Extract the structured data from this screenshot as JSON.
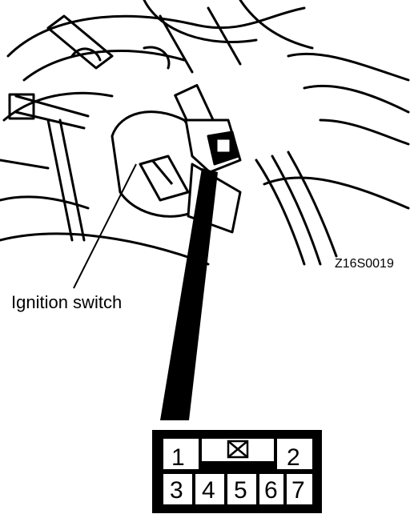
{
  "figure_code": "Z16S0019",
  "callout_label": "Ignition switch",
  "connector": {
    "top_row": [
      "1",
      "",
      "2"
    ],
    "bottom_row": [
      "3",
      "4",
      "5",
      "6",
      "7"
    ],
    "blank_cavity_mark": "☒"
  },
  "colors": {
    "ink": "#000000",
    "paper": "#ffffff"
  }
}
